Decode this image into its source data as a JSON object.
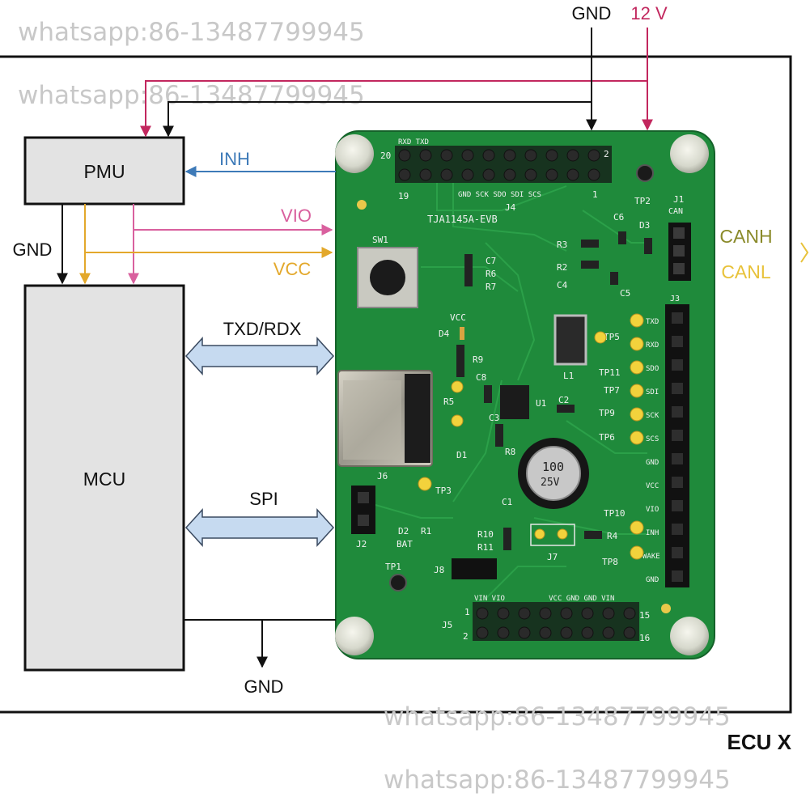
{
  "watermark": "whatsapp:86-13487799945",
  "top_inputs": {
    "gnd": "GND",
    "supply": "12 V"
  },
  "ecu": {
    "name": "ECU X"
  },
  "blocks": {
    "pmu": "PMU",
    "mcu": "MCU"
  },
  "signals": {
    "inh": "INH",
    "vio": "VIO",
    "vcc": "VCC",
    "gnd_pmu_mcu": "GND",
    "txd_rxd": "TXD/RDX",
    "spi": "SPI",
    "gnd_bottom": "GND",
    "canh": "CANH",
    "canl": "CANL"
  },
  "board": {
    "name": "TJA1145A-EVB",
    "labels": {
      "j4": "J4",
      "j3": "J3",
      "j1": "J1",
      "j2": "J2",
      "j5": "J5",
      "j6": "J6",
      "j7": "J7",
      "j8": "J8",
      "sw1": "SW1",
      "tp1": "TP1",
      "tp2": "TP2",
      "tp3": "TP3",
      "c1": "C1",
      "d1": "D1",
      "d2": "D2",
      "u1": "U1",
      "l1": "L1",
      "can": "CAN",
      "vcc_label": "VCC",
      "bat": "BAT",
      "cap_value": "100",
      "cap_volt": "25V",
      "j4_header_pins": "GND SCK SDO SDI SCS",
      "j4_rx_tx": "RXD TXD",
      "j5_header_pins": "VIN VIO          VCC GND GND VIN",
      "pin20": "20",
      "pin19": "19",
      "pin2": "2",
      "pin1": "1",
      "pin15": "15",
      "pin16": "16",
      "j3_pins": [
        "TXD",
        "RXD",
        "SDO",
        "SDI",
        "SCK",
        "SCS",
        "GND",
        "VCC",
        "VIO",
        "INH",
        "WAKE",
        "GND"
      ],
      "tps": [
        "TP5",
        "TP11",
        "TP7",
        "TP9",
        "TP6",
        "TP10",
        "TP8"
      ],
      "passives": [
        "C6",
        "D3",
        "R3",
        "R2",
        "C4",
        "C5",
        "C7",
        "R6",
        "R7",
        "D4",
        "R9",
        "C8",
        "R5",
        "C3",
        "C2",
        "R8",
        "R10",
        "R11",
        "R4",
        "R1"
      ]
    }
  },
  "colors": {
    "gnd_line": "#111111",
    "supply_12v": "#c2275e",
    "vio": "#d9609e",
    "vcc": "#e3a82b",
    "inh": "#3d7ab8",
    "bus_fill": "#c6daf0",
    "bus_stroke": "#3a4a60",
    "block_fill": "#e3e3e3",
    "canh": "#8a8a2a",
    "canl": "#e8c23a",
    "pcb": "#1f8a3b"
  }
}
